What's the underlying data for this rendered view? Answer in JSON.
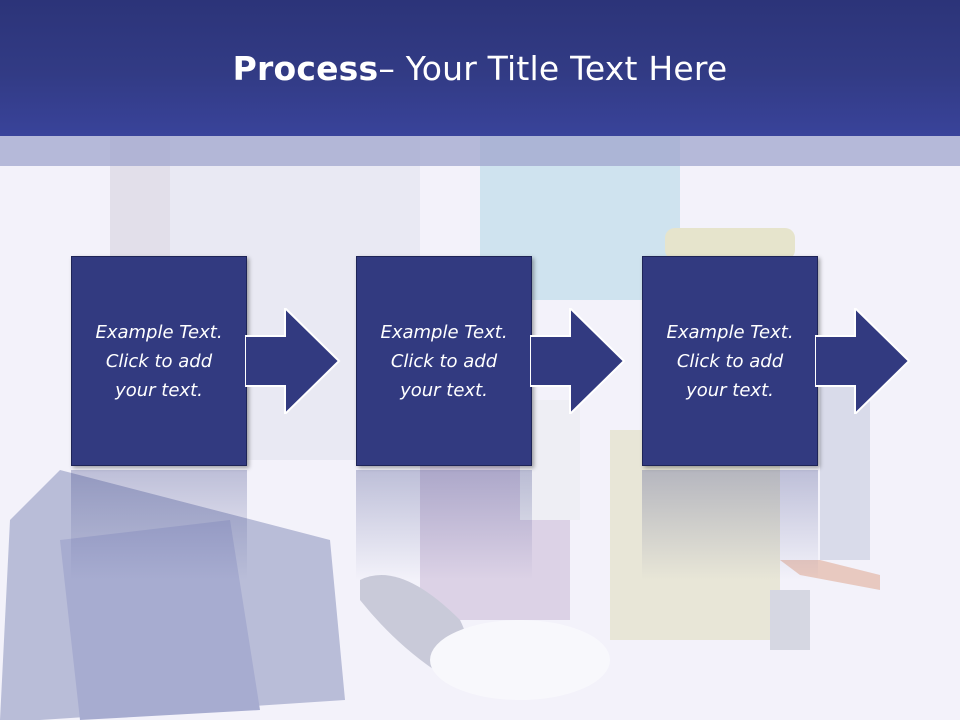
{
  "header": {
    "title_bold": "Process",
    "title_rest": " – Your Title Text Here"
  },
  "steps": [
    {
      "text": "Example Text.\nClick  to add\nyour text."
    },
    {
      "text": "Example Text.\nClick  to add\nyour text."
    },
    {
      "text": "Example Text.\nClick  to add\nyour text."
    }
  ],
  "colors": {
    "header": "#323b85",
    "box": "#323a80",
    "subbar": "#a0a5cd"
  }
}
